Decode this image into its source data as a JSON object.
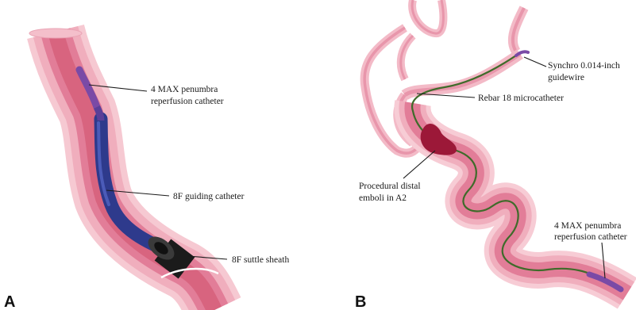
{
  "panels": {
    "a": {
      "letter": "A",
      "labels": {
        "penumbra_line1": "4 MAX penumbra",
        "penumbra_line2": "reperfusion catheter",
        "guiding": "8F guiding  catheter",
        "sheath": "8F suttle sheath"
      }
    },
    "b": {
      "letter": "B",
      "labels": {
        "synchro_line1": "Synchro 0.014-inch",
        "synchro_line2": "guidewire",
        "rebar": "Rebar 18 microcatheter",
        "emboli_line1": "Procedural distal",
        "emboli_line2": "emboli in A2",
        "penumbra_line1": "4 MAX penumbra",
        "penumbra_line2": "reperfusion catheter"
      }
    }
  },
  "colors": {
    "vessel_wall": "#f2b6c2",
    "vessel_lumen": "#e07b96",
    "vessel_core": "#d9607f",
    "guiding_catheter": "#2e3a8c",
    "penumbra_catheter": "#7a4aa6",
    "sheath": "#1b1b1b",
    "guidewire": "#3f6b2a",
    "embolus": "#9c1838"
  }
}
